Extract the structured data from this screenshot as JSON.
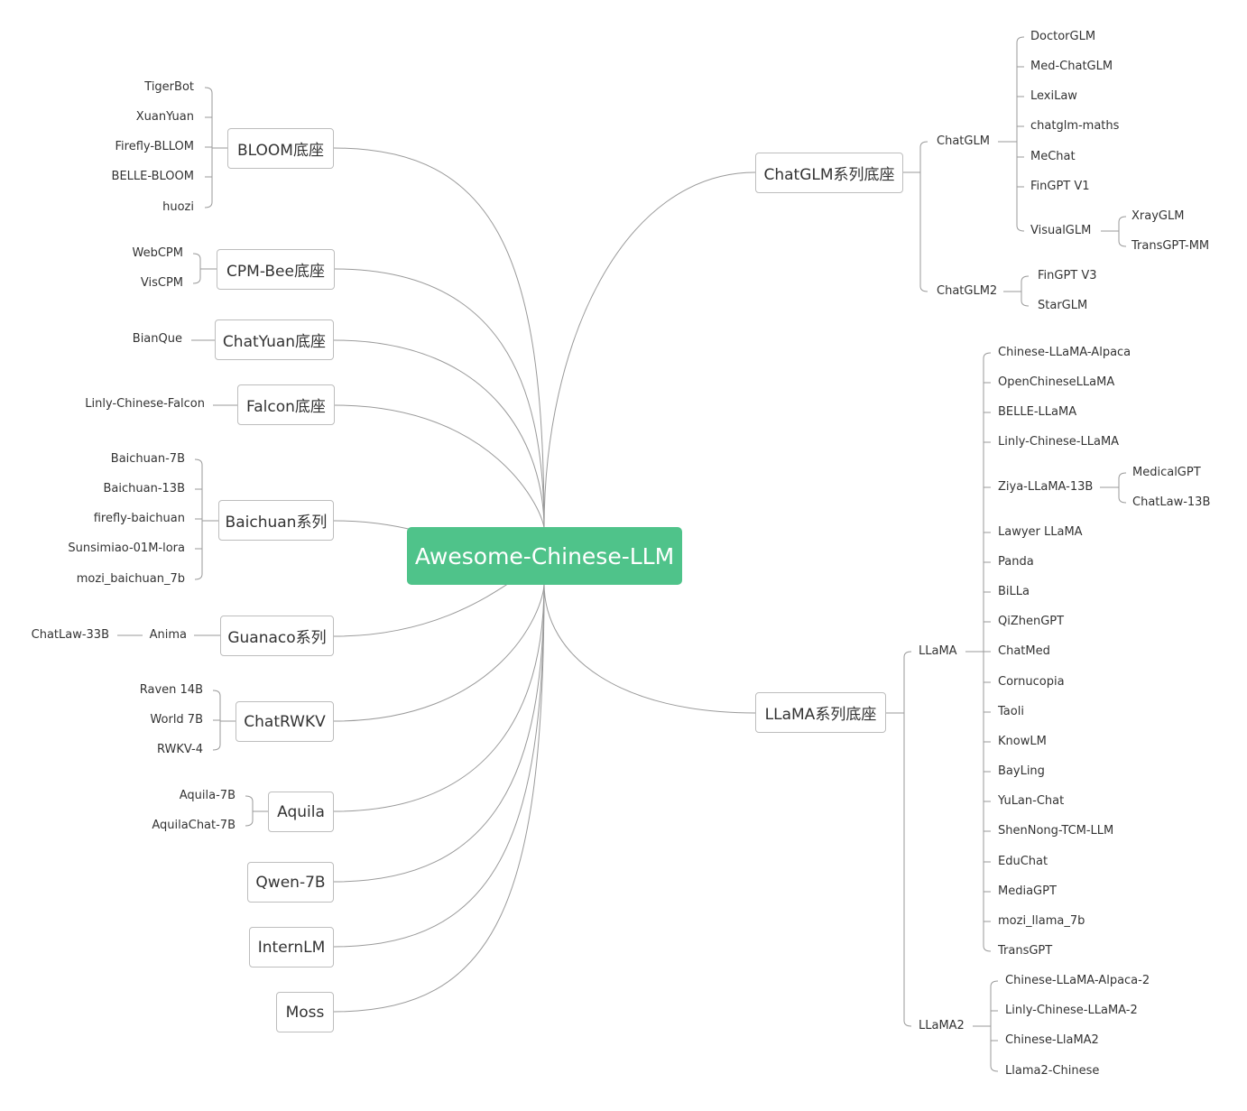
{
  "root": {
    "label": "Awesome-Chinese-LLM",
    "color": "#4fc38a"
  },
  "left": [
    {
      "label": "BLOOM底座",
      "children": [
        "TigerBot",
        "XuanYuan",
        "Firefly-BLLOM",
        "BELLE-BLOOM",
        "huozi"
      ]
    },
    {
      "label": "CPM-Bee底座",
      "children": [
        "WebCPM",
        "VisCPM"
      ]
    },
    {
      "label": "ChatYuan底座",
      "children": [
        "BianQue"
      ]
    },
    {
      "label": "Falcon底座",
      "children": [
        "Linly-Chinese-Falcon"
      ]
    },
    {
      "label": "Baichuan系列",
      "children": [
        "Baichuan-7B",
        "Baichuan-13B",
        "firefly-baichuan",
        "Sunsimiao-01M-lora",
        "mozi_baichuan_7b"
      ]
    },
    {
      "label": "Guanaco系列",
      "children": [
        "Anima"
      ],
      "grandchildren": [
        "ChatLaw-33B"
      ]
    },
    {
      "label": "ChatRWKV",
      "children": [
        "Raven 14B",
        "World 7B",
        "RWKV-4"
      ]
    },
    {
      "label": "Aquila",
      "children": [
        "Aquila-7B",
        "AquilaChat-7B"
      ]
    },
    {
      "label": "Qwen-7B",
      "children": []
    },
    {
      "label": "InternLM",
      "children": []
    },
    {
      "label": "Moss",
      "children": []
    }
  ],
  "right": {
    "chatglm": {
      "label": "ChatGLM系列底座",
      "chatglm1": {
        "label": "ChatGLM",
        "children": [
          "DoctorGLM",
          "Med-ChatGLM",
          "LexiLaw",
          "chatglm-maths",
          "MeChat",
          "FinGPT V1",
          "VisualGLM"
        ],
        "visualglm_children": [
          "XrayGLM",
          "TransGPT-MM"
        ]
      },
      "chatglm2": {
        "label": "ChatGLM2",
        "children": [
          "FinGPT V3",
          "StarGLM"
        ]
      }
    },
    "llama": {
      "label": "LLaMA系列底座",
      "llama1": {
        "label": "LLaMA",
        "children": [
          "Chinese-LLaMA-Alpaca",
          "OpenChineseLLaMA",
          "BELLE-LLaMA",
          "Linly-Chinese-LLaMA",
          "Ziya-LLaMA-13B",
          "Lawyer LLaMA",
          "Panda",
          "BiLLa",
          "QiZhenGPT",
          "ChatMed",
          "Cornucopia",
          "Taoli",
          "KnowLM",
          "BayLing",
          "YuLan-Chat",
          "ShenNong-TCM-LLM",
          "EduChat",
          "MediaGPT",
          "mozi_llama_7b",
          "TransGPT"
        ],
        "ziya_children": [
          "MedicalGPT",
          "ChatLaw-13B"
        ]
      },
      "llama2": {
        "label": "LLaMA2",
        "children": [
          "Chinese-LLaMA-Alpaca-2",
          "Linly-Chinese-LLaMA-2",
          "Chinese-LlaMA2",
          "Llama2-Chinese"
        ]
      }
    }
  }
}
